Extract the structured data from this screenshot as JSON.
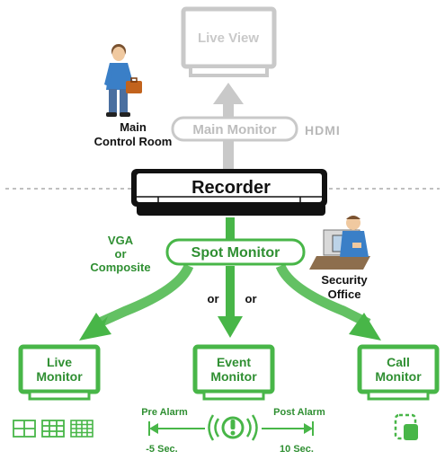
{
  "top": {
    "live_view_label": "Live View",
    "main_monitor_label": "Main Monitor",
    "hdmi_label": "HDMI",
    "main_control_room_line1": "Main",
    "main_control_room_line2": "Control Room"
  },
  "recorder": {
    "label": "Recorder"
  },
  "spot": {
    "label": "Spot Monitor",
    "connection_line1": "VGA",
    "connection_line2": "or",
    "connection_line3": "Composite",
    "or_left": "or",
    "or_right": "or",
    "security_office_line1": "Security",
    "security_office_line2": "Office"
  },
  "monitors": [
    {
      "line1": "Live",
      "line2": "Monitor"
    },
    {
      "line1": "Event",
      "line2": "Monitor"
    },
    {
      "line1": "Call",
      "line2": "Monitor"
    }
  ],
  "event_timing": {
    "pre_alarm_label": "Pre Alarm",
    "post_alarm_label": "Post Alarm",
    "pre_time": "-5 Sec.",
    "post_time": "10 Sec."
  },
  "icons": [
    "split-screen-4-icon",
    "split-screen-9-icon",
    "split-screen-16-icon",
    "alarm-icon",
    "call-monitor-icon",
    "person-with-briefcase-icon",
    "security-guard-icon"
  ],
  "colors": {
    "green": "#48b648",
    "dark_green": "#2f8f32",
    "grey": "#c9c9c9",
    "black": "#111111"
  }
}
